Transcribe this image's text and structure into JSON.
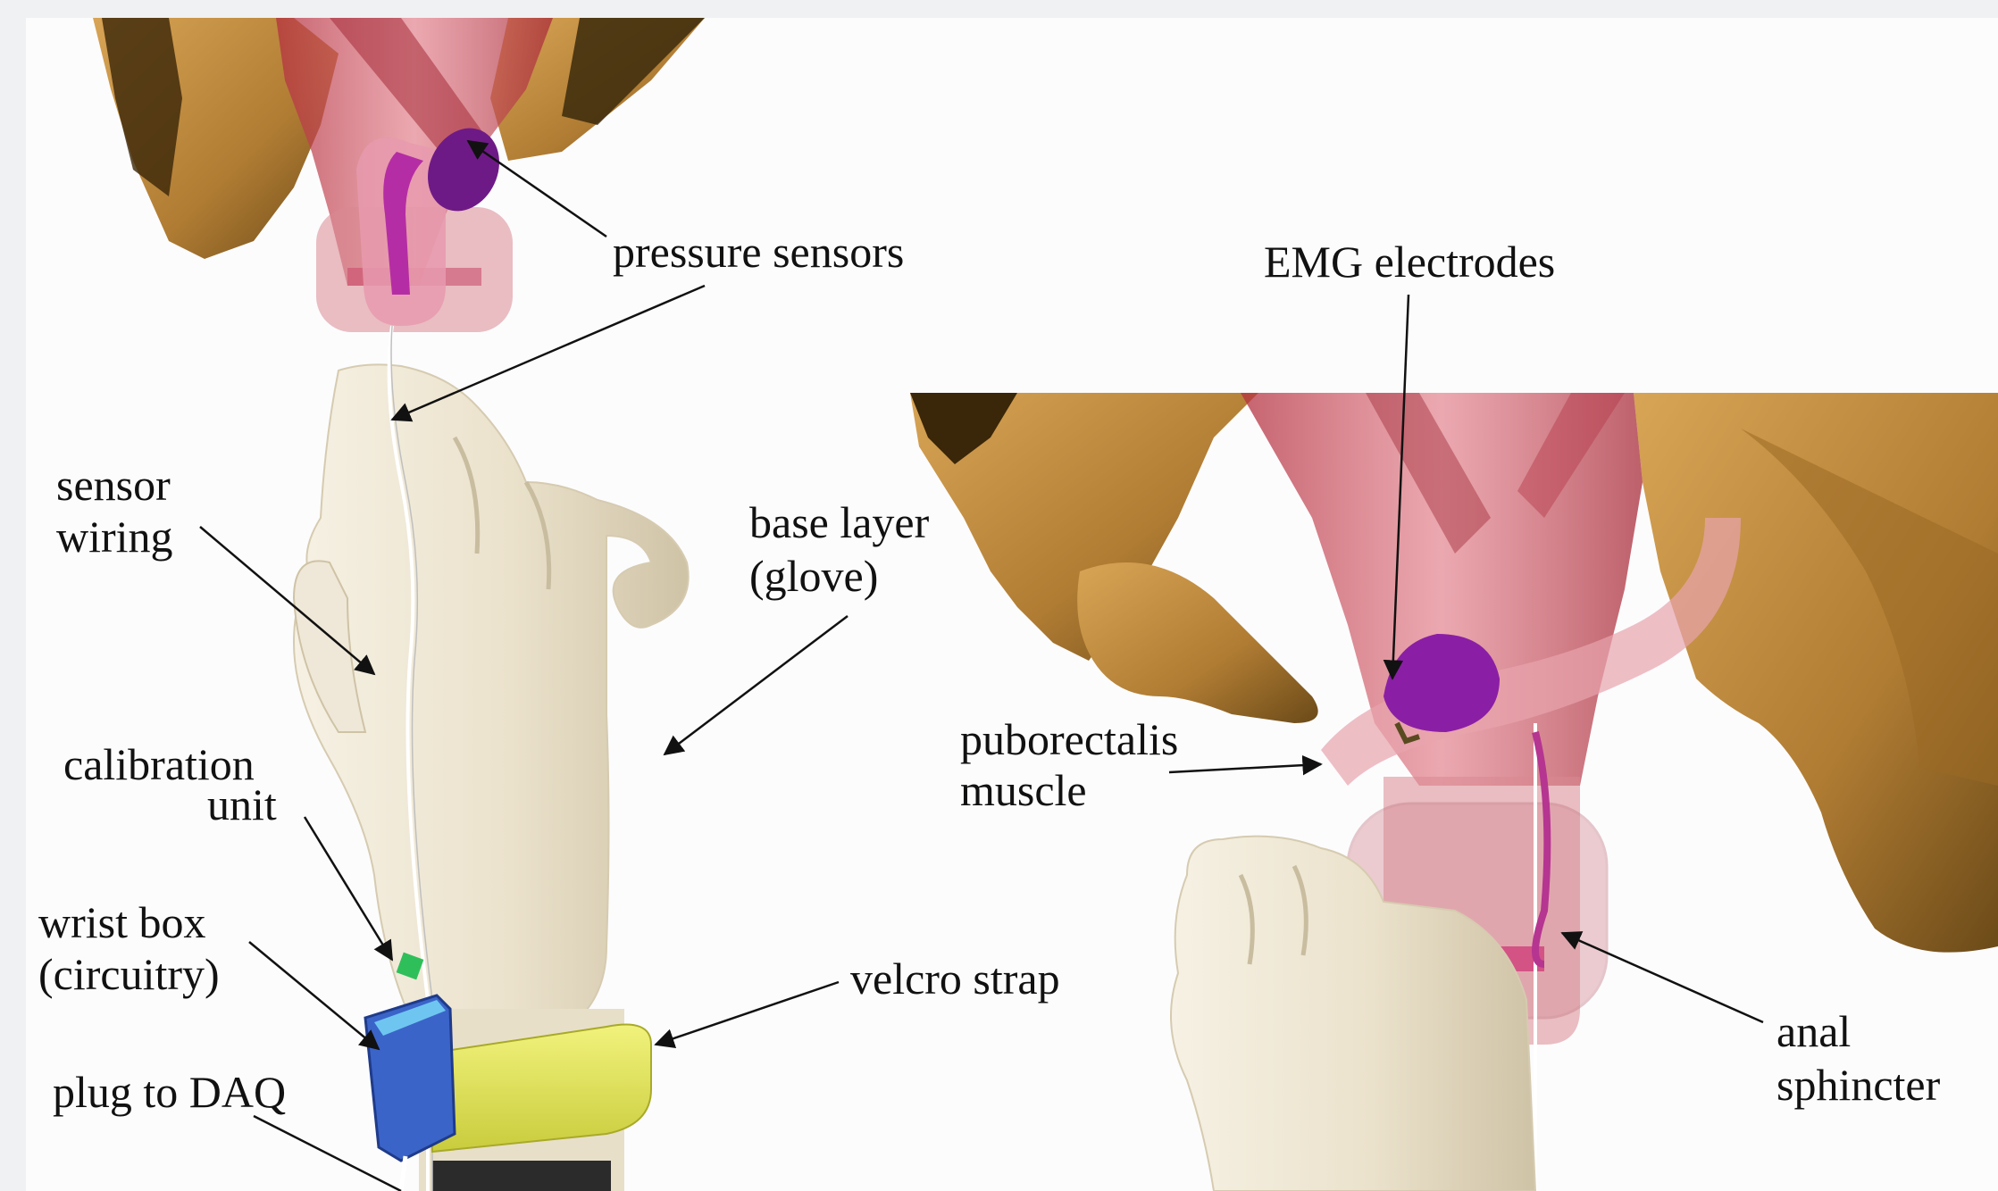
{
  "labels": {
    "pressure_sensors": "pressure sensors",
    "emg_electrodes": "EMG electrodes",
    "sensor_wiring_1": "sensor",
    "sensor_wiring_2": "wiring",
    "base_layer_1": "base layer",
    "base_layer_2": "(glove)",
    "calibration_unit_1": "calibration",
    "calibration_unit_2": "unit",
    "wrist_box_1": "wrist box",
    "wrist_box_2": "(circuitry)",
    "velcro_strap": "velcro strap",
    "plug_to_daq": "plug to DAQ",
    "puborectalis_1": "puborectalis",
    "puborectalis_2": "muscle",
    "anal_sphincter_1": "anal",
    "anal_sphincter_2": "sphincter"
  },
  "colors": {
    "bone": "#b8873a",
    "bone_dark": "#5a3a10",
    "glove": "#ece4d0",
    "muscle": "#c2414f",
    "sensor": "#8b1fa0",
    "strap": "#e6e85a",
    "wrist_box": "#3f6fd6",
    "tissue": "#d58a95"
  }
}
